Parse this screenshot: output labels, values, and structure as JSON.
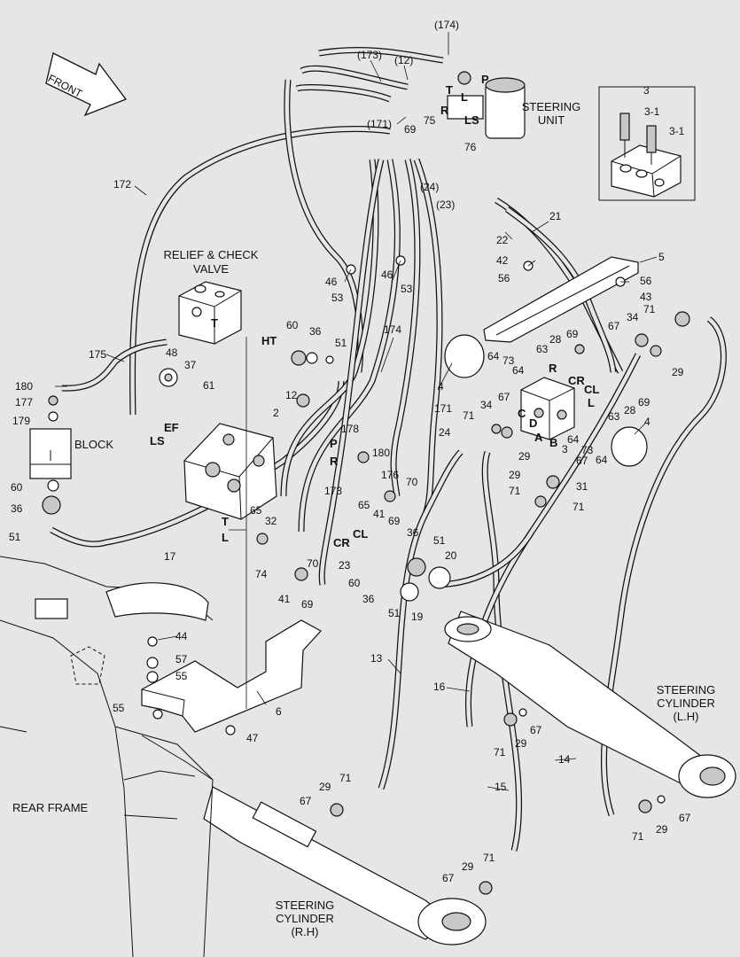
{
  "titles": {
    "steering_unit": [
      "STEERING",
      "UNIT"
    ],
    "relief_check": [
      "RELIEF & CHECK",
      "VALVE"
    ],
    "block": "BLOCK",
    "rear_frame": "REAR FRAME",
    "cyl_lh": [
      "STEERING",
      "CYLINDER",
      "(L.H)"
    ],
    "cyl_rh": [
      "STEERING",
      "CYLINDER",
      "(R.H)"
    ],
    "front": "FRONT"
  },
  "ports": {
    "P_top": "P",
    "T_top": "T",
    "L_top": "L",
    "R_top": "R",
    "LS_top": "LS",
    "T_relief": "T",
    "HT": "HT",
    "EF": "EF",
    "LS_pri": "LS",
    "P_pri": "P",
    "R_pri": "R",
    "T_pri": "T",
    "L_pri": "L",
    "CR_pri": "CR",
    "CL_pri": "CL",
    "R_blk": "R",
    "CR_blk": "CR",
    "CL_blk": "CL",
    "L_blk": "L",
    "C_blk": "C",
    "D_blk": "D",
    "A_blk": "A",
    "B_blk": "B"
  },
  "callouts": {
    "c174": "(174)",
    "c173": "(173)",
    "c12p": "(12)",
    "c171": "(171)",
    "c24p": "(24)",
    "c23p": "(23)",
    "c3box": "3",
    "c3_1a": "3-1",
    "c3_1b": "3-1",
    "c75": "75",
    "c69a": "69",
    "c76": "76",
    "c172": "172",
    "c21": "21",
    "c22": "22",
    "c5": "5",
    "c42": "42",
    "c56a": "56",
    "c56b": "56",
    "c43": "43",
    "c46a": "46",
    "c46b": "46",
    "c53a": "53",
    "c53b": "53",
    "c60a": "60",
    "c36a": "36",
    "c51a": "51",
    "c174b": "174",
    "c175": "175",
    "c48": "48",
    "c37": "37",
    "c61": "61",
    "c180a": "180",
    "c177": "177",
    "c179": "179",
    "c60b": "60",
    "c36b": "36",
    "c51b": "51",
    "c2": "2",
    "c12": "12",
    "c171b": "171",
    "c24": "24",
    "c178": "178",
    "c180b": "180",
    "c176": "176",
    "c70a": "70",
    "c65a": "65",
    "c41a": "41",
    "c69b": "69",
    "c173b": "173",
    "c65b": "65",
    "c32": "32",
    "c74": "74",
    "c23": "23",
    "c70b": "70",
    "c41b": "41",
    "c69c": "69",
    "c60c": "60",
    "c36c": "36",
    "c51c": "51",
    "c20": "20",
    "c36d": "36",
    "c51d": "51",
    "c19": "19",
    "c17": "17",
    "c4a": "4",
    "c64a": "64",
    "c73a": "73",
    "c64b": "64",
    "c63a": "63",
    "c28a": "28",
    "c69d": "69",
    "c34a": "34",
    "c71a": "71",
    "c67a": "67",
    "c29a": "29",
    "c63b": "63",
    "c28b": "28",
    "c69e": "69",
    "c4b": "4",
    "c64c": "64",
    "c73b": "73",
    "c64d": "64",
    "c3b": "3",
    "c34b": "34",
    "c67b": "67",
    "c71b": "71",
    "c29b": "29",
    "c67c": "67",
    "c29c": "29",
    "c31": "31",
    "c71c": "71",
    "c71d": "71",
    "c44": "44",
    "c57": "57",
    "c55a": "55",
    "c55b": "55",
    "c6": "6",
    "c47": "47",
    "c13": "13",
    "c16": "16",
    "c67d": "67",
    "c29d": "29",
    "c71e": "71",
    "c14": "14",
    "c71f": "71",
    "c29e": "29",
    "c67e": "67",
    "c15": "15",
    "c67f": "67",
    "c29f": "29",
    "c71g": "71",
    "c67g": "67",
    "c29g": "29",
    "c71h": "71"
  },
  "icons": {
    "front": "front-arrow-icon"
  }
}
